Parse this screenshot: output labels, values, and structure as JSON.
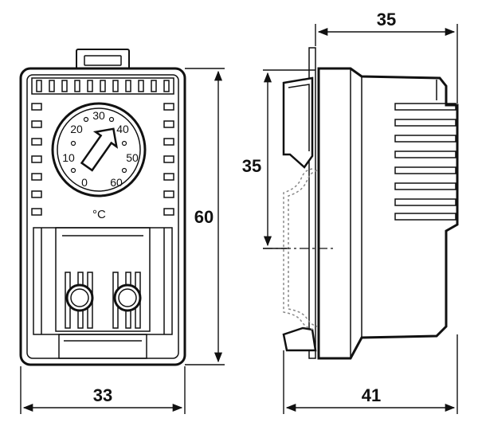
{
  "dimensions": {
    "front_width": "33",
    "front_height": "60",
    "side_depth_top": "35",
    "side_rail_height": "35",
    "side_depth_bottom": "41"
  },
  "dial": {
    "scale_labels": [
      "0",
      "10",
      "20",
      "30",
      "40",
      "50",
      "60"
    ],
    "unit": "°C"
  },
  "colors": {
    "line": "#111111",
    "body": "#ffffff",
    "hidden_line": "#888888"
  }
}
